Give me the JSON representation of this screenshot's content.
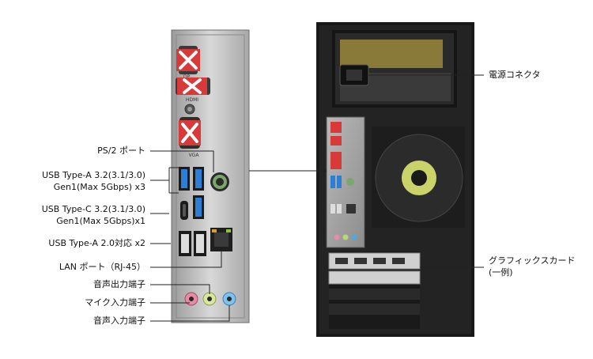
{
  "labels": {
    "ps2": "PS/2 ポート",
    "usb_a_32_line1": "USB Type-A 3.2(3.1/3.0)",
    "usb_a_32_line2": "Gen1(Max 5Gbps) x3",
    "usb_c_32_line1": "USB Type-C 3.2(3.1/3.0)",
    "usb_c_32_line2": "Gen1(Max 5Gbps)x1",
    "usb_a_20": "USB Type-A 2.0対応 x2",
    "lan": "LAN ポート（RJ-45）",
    "audio_out": "音声出力端子",
    "mic_in": "マイク入力端子",
    "audio_in": "音声入力端子",
    "power": "電源コネクタ",
    "gpu_line1": "グラフィックスカード",
    "gpu_line2": "(一例)"
  },
  "panel_markings": {
    "dp": "DP",
    "hdmi": "HDMI",
    "vga": "VGA"
  },
  "icons": [
    "x-mark-icon",
    "usb-icon",
    "audio-jack-icon",
    "lan-icon",
    "ps2-icon",
    "fan-icon"
  ],
  "colors": {
    "disabled_port": "#d83a3a",
    "usb3_blue": "#2c7fd6",
    "audio_pink": "#e98aa6",
    "audio_green": "#b9d870",
    "audio_blue": "#4fa8e0",
    "case_black": "#1a1a1a"
  }
}
